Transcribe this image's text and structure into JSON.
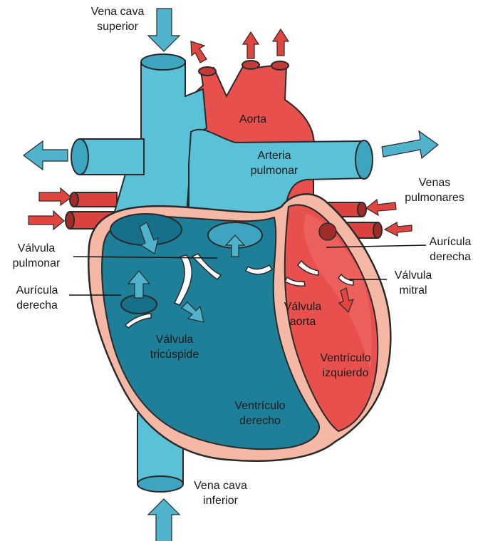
{
  "labels": {
    "vena_cava_superior": "Vena cava\nsuperior",
    "aorta": "Aorta",
    "arteria_pulmonar": "Arteria\npulmonar",
    "venas_pulmonares": "Venas\npulmonares",
    "auricula_derecha_right": "Aurícula\nderecha",
    "valvula_mitral": "Válvula\nmitral",
    "valvula_pulmonar": "Válvula\npulmonar",
    "auricula_derecha_left": "Aurícula\nderecha",
    "valvula_aorta": "Válvula\naorta",
    "valvula_tricuspide": "Válvula\ntricúspide",
    "ventriculo_izquierdo": "Ventrículo\nizquierdo",
    "ventriculo_derecho": "Ventrículo\nderecho",
    "vena_cava_inferior": "Vena cava\ninferior"
  },
  "colors": {
    "deoxygenated": "#5bc1d6",
    "deoxygenated_dark": "#1e7f98",
    "oxygenated": "#e8504e",
    "oxygenated_dark": "#c33a37",
    "wall": "#f4b8a4",
    "outline": "#2a2a2a",
    "arrow_blue": "#4fb3cc",
    "arrow_red": "#e0463f"
  }
}
